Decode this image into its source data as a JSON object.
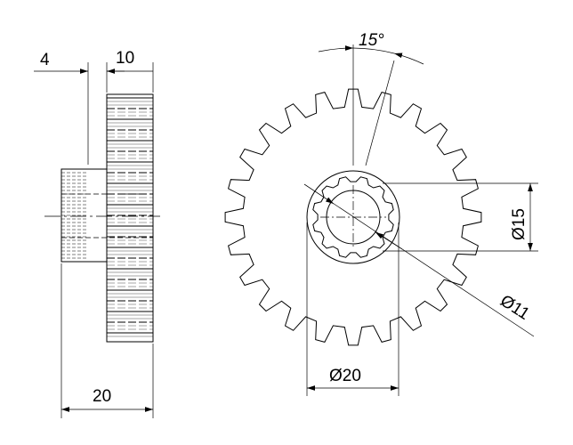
{
  "dimensions": {
    "hub_offset": "4",
    "gear_width": "10",
    "overall_length": "20",
    "angle": "15°",
    "hub_diameter": "Ø15",
    "bore_diameter": "Ø11",
    "hub_outer_diameter": "Ø20"
  },
  "gear": {
    "teeth": 24,
    "spline_teeth": 12
  },
  "icons": {
    "arrowhead": "filled-triangle"
  },
  "colors": {
    "line": "#000000",
    "background": "#ffffff"
  }
}
